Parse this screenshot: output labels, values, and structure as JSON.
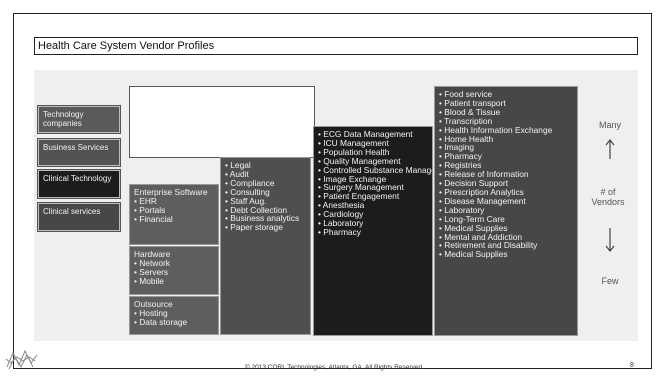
{
  "slide": {
    "title": "Health Care System Vendor Profiles",
    "footer": "© 2013 CORL Technologies, Atlanta, GA. All Rights Reserved",
    "page_number": "8"
  },
  "legend": [
    {
      "label": "Technology companies"
    },
    {
      "label": "Business Services"
    },
    {
      "label": "Clinical Technology"
    },
    {
      "label": "Clinical services"
    }
  ],
  "columns": {
    "col1": {
      "enterprise": {
        "heading": "Enterprise Software",
        "items": [
          "EHR",
          "Portals",
          "Financial"
        ]
      },
      "hardware": {
        "heading": "Hardware",
        "items": [
          "Network",
          "Servers",
          "Mobile"
        ]
      },
      "outsource": {
        "heading": "Outsource",
        "items": [
          "Hosting",
          "Data storage"
        ]
      }
    },
    "col2": {
      "items": [
        "Legal",
        "Audit",
        "Compliance",
        "Consulting",
        "Staff Aug.",
        "Debt Collection",
        "Business analytics",
        "Paper storage"
      ]
    },
    "col3": {
      "items": [
        "ECG Data Management",
        "ICU Management",
        "Population Health",
        "Quality Management",
        "Controlled Substance Management Systems",
        "Image Exchange",
        "Surgery Management",
        "Patient Engagement",
        "Anesthesia",
        "Cardiology",
        "Laboratory",
        "Pharmacy"
      ]
    },
    "col4": {
      "items": [
        "Food service",
        "Patient transport",
        "Blood & Tissue",
        "Transcription",
        "Health Information Exchange",
        "Home Health",
        "Imaging",
        "Pharmacy",
        "Registries",
        "Release of Information",
        "Decision Support",
        "Prescription Analytics",
        "Disease Management",
        "Laboratory",
        "Long-Term Care",
        "Medical Supplies",
        "Mental and Addiction",
        "Retirement and Disability",
        "Medical Supplies"
      ]
    }
  },
  "scale": {
    "top": "Many",
    "middle": "# of Vendors",
    "bottom": "Few"
  },
  "colors": {
    "tech": "#595959",
    "business": "#525252",
    "clinical_tech": "#1c1c1c",
    "clinical_services": "#474747"
  }
}
